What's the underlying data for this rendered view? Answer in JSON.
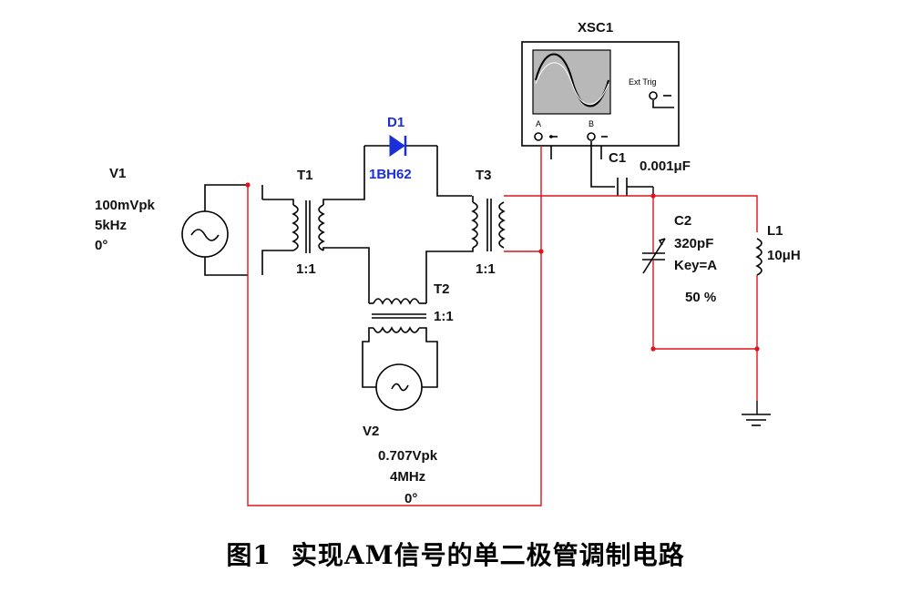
{
  "caption": {
    "figure_no": "图1",
    "title": "实现AM信号的单二极管调制电路"
  },
  "components": {
    "V1": {
      "name": "V1",
      "amp": "100mVpk",
      "freq": "5kHz",
      "phase": "0°"
    },
    "V2": {
      "name": "V2",
      "amp": "0.707Vpk",
      "freq": "4MHz",
      "phase": "0°"
    },
    "T1": {
      "name": "T1",
      "ratio": "1:1"
    },
    "T2": {
      "name": "T2",
      "ratio": "1:1"
    },
    "T3": {
      "name": "T3",
      "ratio": "1:1"
    },
    "D1": {
      "name": "D1",
      "model": "1BH62"
    },
    "C1": {
      "name": "C1",
      "value": "0.001μF"
    },
    "C2": {
      "name": "C2",
      "value": "320pF",
      "key": "Key=A",
      "percent": "50 %"
    },
    "L1": {
      "name": "L1",
      "value": "10μH"
    },
    "XSC1": {
      "name": "XSC1",
      "ext_trig": "Ext Trig",
      "ch_a": "A",
      "ch_b": "B"
    }
  },
  "colors": {
    "wire": "#000000",
    "red_wire": "#e0121b",
    "diode": "#1a2fd6",
    "scope_screen": "#b8b8b8"
  },
  "icons": {
    "v1": "ac-source-icon",
    "v2": "ac-source-icon",
    "ground": "ground-icon",
    "diode": "diode-icon"
  }
}
